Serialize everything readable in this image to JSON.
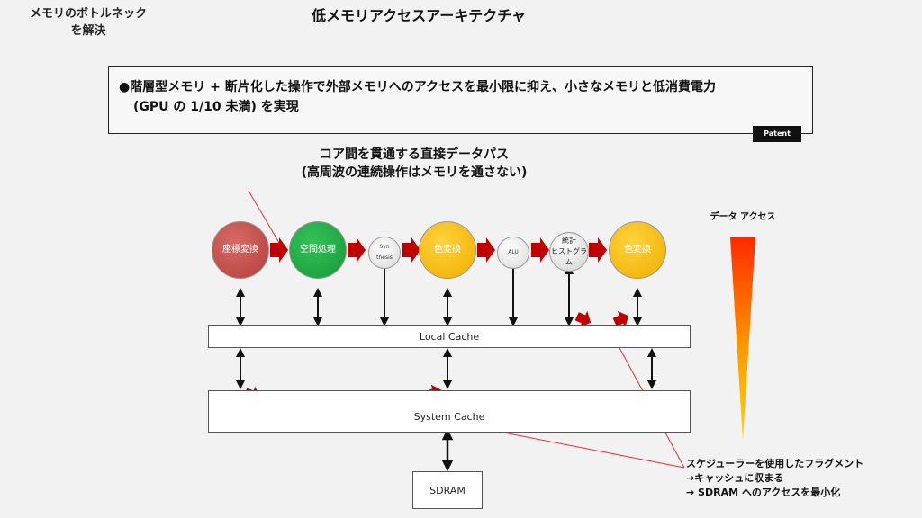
{
  "corner_note": "メモリのボトルネック\nを解決",
  "title": "低メモリアクセスアーキテクチャ",
  "callout": {
    "line1": "●階層型メモリ + 断片化した操作で外部メモリへのアクセスを最小限に抑え、小さなメモリと低消費電力",
    "line2": "(GPU の 1/10 未満) を実現",
    "badge": "Patent"
  },
  "path_title": {
    "line1": "コア間を貫通する直接データパス",
    "line2": "(高周波の連続操作はメモリを通さない)"
  },
  "data_access_label": "データ  アクセス",
  "nodes": {
    "coord": "座標変換",
    "spatial": "空間処理",
    "synthesis": "Syn\nthesis",
    "color1": "色変換",
    "alu": "ALU",
    "histogram": "統計\nヒストグラム",
    "color2": "色変換"
  },
  "caches": {
    "local": "Local Cache",
    "system": "System Cache",
    "sdram": "SDRAM"
  },
  "note": {
    "line1": "スケジューラーを使用したフラグメント",
    "line2": "→キャッシュに収まる",
    "line3": "→ SDRAM へのアクセスを最小化"
  },
  "colors": {
    "node_red": "#b23e3a",
    "node_green": "#159a36",
    "node_yellow": "#f0ad00",
    "arrow_red": "#c00000",
    "gradient_top": "#ff3300",
    "gradient_bottom": "#ffd000"
  }
}
